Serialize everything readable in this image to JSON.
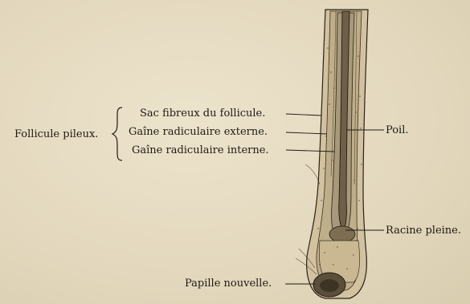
{
  "labels": {
    "follicle_group": "Follicule pileux.",
    "fibrous_sac": "Sac fibreux du follicule.",
    "outer_root_sheath": "Gaîne radiculaire externe.",
    "inner_root_sheath": "Gaîne radiculaire interne.",
    "hair_shaft": "Poil.",
    "solid_root": "Racine pleine.",
    "new_papilla": "Papille nouvelle."
  },
  "colors": {
    "paper": "#e6dcc3",
    "ink": "#1f1a14"
  }
}
